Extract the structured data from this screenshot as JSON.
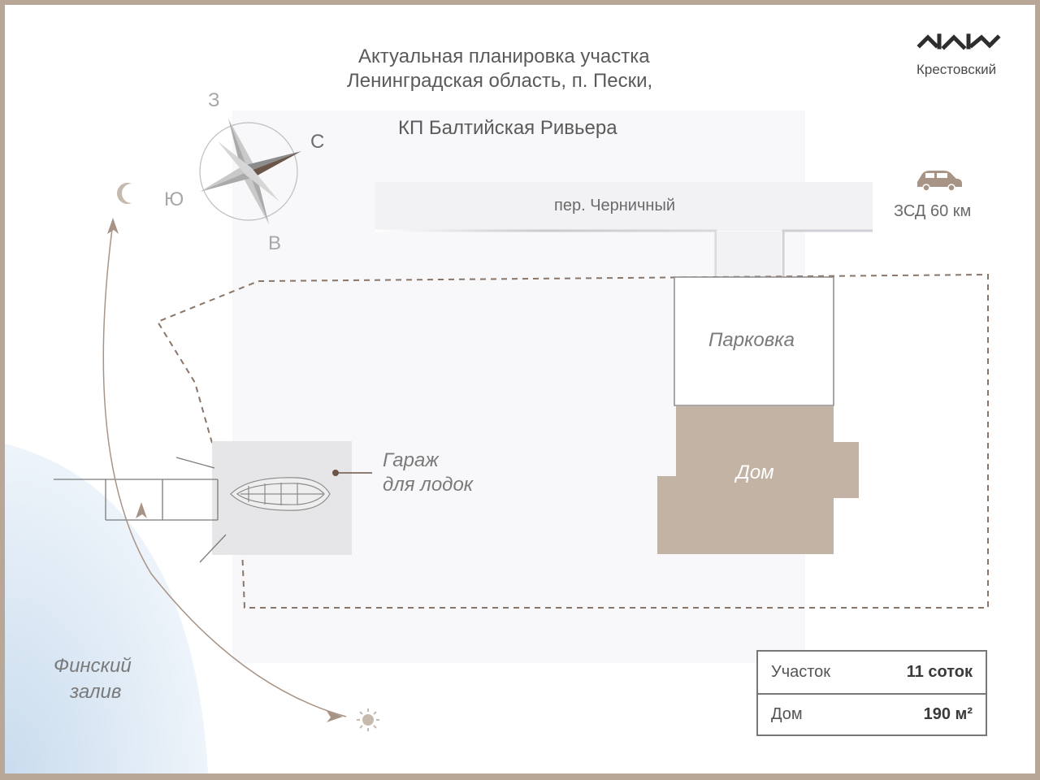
{
  "title": {
    "line1": "Актуальная планировка участка",
    "line2": "Ленинградская область, п. Пески,",
    "line3": "КП Балтийская Ривьера"
  },
  "logo": {
    "text": "Крестовский",
    "icon": "kp-logo-icon"
  },
  "compass": {
    "west": "З",
    "north": "С",
    "south": "Ю",
    "east": "В"
  },
  "road": {
    "name": "пер. Черничный"
  },
  "distance": {
    "icon": "car-icon",
    "label": "ЗСД 60 км"
  },
  "zones": {
    "parking": "Парковка",
    "house": "Дом",
    "garage_line1": "Гараж",
    "garage_line2": "для лодок",
    "bay_line1": "Финский",
    "bay_line2": "залив"
  },
  "icons": {
    "moon": "moon-icon",
    "sun": "sun-icon",
    "boat": "boat-icon"
  },
  "colors": {
    "house": "#c2b3a4",
    "frame": "#b8a697",
    "water": "#d6e6f3",
    "accent": "#6b5548"
  },
  "info": {
    "rows": [
      {
        "label": "Участок",
        "value": "11 соток"
      },
      {
        "label": "Дом",
        "value": "190 м²"
      }
    ]
  }
}
